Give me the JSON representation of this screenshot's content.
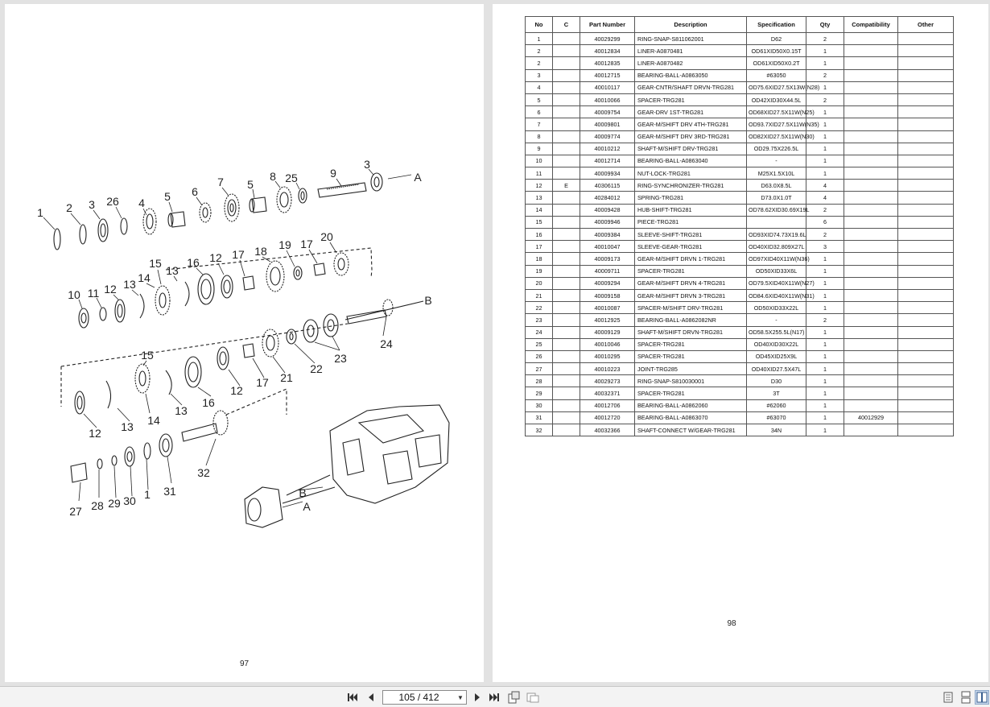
{
  "left_page": {
    "page_number": "97",
    "callouts": [
      "1",
      "2",
      "3",
      "26",
      "4",
      "5",
      "6",
      "7",
      "5",
      "8",
      "25",
      "9",
      "3",
      "A",
      "10",
      "11",
      "12",
      "13",
      "14",
      "15",
      "13",
      "16",
      "12",
      "17",
      "18",
      "19",
      "17",
      "20",
      "B",
      "24",
      "23",
      "22",
      "21",
      "17",
      "12",
      "16",
      "13",
      "15",
      "14",
      "13",
      "12",
      "32",
      "27",
      "28",
      "29",
      "30",
      "1",
      "31",
      "B",
      "A"
    ]
  },
  "right_page": {
    "page_number": "98",
    "table": {
      "headers": [
        "No",
        "C",
        "Part Number",
        "Description",
        "Specification",
        "Qty",
        "Compatibility",
        "Other"
      ],
      "rows": [
        [
          "1",
          "",
          "40029299",
          "RING-SNAP-S811062001",
          "D62",
          "2",
          "",
          ""
        ],
        [
          "2",
          "",
          "40012834",
          "LINER-A0870481",
          "OD61XID50X0.15T",
          "1",
          "",
          ""
        ],
        [
          "2",
          "",
          "40012835",
          "LINER-A0870482",
          "OD61XID50X0.2T",
          "1",
          "",
          ""
        ],
        [
          "3",
          "",
          "40012715",
          "BEARING-BALL-A0863050",
          "#63050",
          "2",
          "",
          ""
        ],
        [
          "4",
          "",
          "40010117",
          "GEAR-CNTR/SHAFT DRVN-TRG281",
          "OD75.6XID27.5X13W(N28)",
          "1",
          "",
          ""
        ],
        [
          "5",
          "",
          "40010066",
          "SPACER-TRG281",
          "OD42XID30X44.5L",
          "2",
          "",
          ""
        ],
        [
          "6",
          "",
          "40009754",
          "GEAR-DRV 1ST-TRG281",
          "OD68XID27.5X11W(N25)",
          "1",
          "",
          ""
        ],
        [
          "7",
          "",
          "40009801",
          "GEAR-M/SHIFT DRV 4TH-TRG281",
          "OD93.7XID27.5X11W(N35)",
          "1",
          "",
          ""
        ],
        [
          "8",
          "",
          "40009774",
          "GEAR-M/SHIFT DRV 3RD-TRG281",
          "OD82XID27.5X11W(N30)",
          "1",
          "",
          ""
        ],
        [
          "9",
          "",
          "40010212",
          "SHAFT-M/SHIFT DRV-TRG281",
          "OD29.75X226.5L",
          "1",
          "",
          ""
        ],
        [
          "10",
          "",
          "40012714",
          "BEARING-BALL-A0863040",
          "-",
          "1",
          "",
          ""
        ],
        [
          "11",
          "",
          "40009934",
          "NUT-LOCK-TRG281",
          "M25X1.5X10L",
          "1",
          "",
          ""
        ],
        [
          "12",
          "E",
          "40306115",
          "RING-SYNCHRONIZER-TRG281",
          "D63.0X8.5L",
          "4",
          "",
          ""
        ],
        [
          "13",
          "",
          "40284012",
          "SPRING-TRG281",
          "D73.0X1.0T",
          "4",
          "",
          ""
        ],
        [
          "14",
          "",
          "40009428",
          "HUB-SHIFT-TRG281",
          "OD78.62XID30.69X19L",
          "2",
          "",
          ""
        ],
        [
          "15",
          "",
          "40009946",
          "PIECE-TRG281",
          "",
          "6",
          "",
          ""
        ],
        [
          "16",
          "",
          "40009384",
          "SLEEVE-SHIFT-TRG281",
          "OD93XID74.73X19.6L",
          "2",
          "",
          ""
        ],
        [
          "17",
          "",
          "40010047",
          "SLEEVE-GEAR-TRG281",
          "OD40XID32.809X27L",
          "3",
          "",
          ""
        ],
        [
          "18",
          "",
          "40009173",
          "GEAR-M/SHIFT DRVN 1-TRG281",
          "OD97XID40X11W(N36)",
          "1",
          "",
          ""
        ],
        [
          "19",
          "",
          "40009711",
          "SPACER-TRG281",
          "OD50XID33X6L",
          "1",
          "",
          ""
        ],
        [
          "20",
          "",
          "40009294",
          "GEAR-M/SHIFT DRVN 4-TRG281",
          "OD79.5XID40X11W(N27)",
          "1",
          "",
          ""
        ],
        [
          "21",
          "",
          "40009158",
          "GEAR-M/SHIFT DRVN 3-TRG281",
          "OD84.6XID40X11W(N31)",
          "1",
          "",
          ""
        ],
        [
          "22",
          "",
          "40010087",
          "SPACER-M/SHIFT DRV-TRG281",
          "OD50XID33X22L",
          "1",
          "",
          ""
        ],
        [
          "23",
          "",
          "40012925",
          "BEARING-BALL-A0862082NR",
          "-",
          "2",
          "",
          ""
        ],
        [
          "24",
          "",
          "40009129",
          "SHAFT-M/SHIFT DRVN-TRG281",
          "OD58.5X255.5L(N17)",
          "1",
          "",
          ""
        ],
        [
          "25",
          "",
          "40010046",
          "SPACER-TRG281",
          "OD40XID30X22L",
          "1",
          "",
          ""
        ],
        [
          "26",
          "",
          "40010295",
          "SPACER-TRG281",
          "OD45XID25X9L",
          "1",
          "",
          ""
        ],
        [
          "27",
          "",
          "40010223",
          "JOINT-TRG285",
          "OD40XID27.5X47L",
          "1",
          "",
          ""
        ],
        [
          "28",
          "",
          "40029273",
          "RING-SNAP-S810030001",
          "D30",
          "1",
          "",
          ""
        ],
        [
          "29",
          "",
          "40032371",
          "SPACER-TRG281",
          "3T",
          "1",
          "",
          ""
        ],
        [
          "30",
          "",
          "40012706",
          "BEARING-BALL-A0862060",
          "#62060",
          "1",
          "",
          ""
        ],
        [
          "31",
          "",
          "40012720",
          "BEARING-BALL-A0863070",
          "#63070",
          "1",
          "40012929",
          ""
        ],
        [
          "32",
          "",
          "40032366",
          "SHAFT-CONNECT W/GEAR-TRG281",
          "34N",
          "1",
          "",
          ""
        ]
      ]
    }
  },
  "toolbar": {
    "page_indicator": "105 / 412",
    "icons": [
      "first-page-icon",
      "prev-page-icon",
      "next-page-icon",
      "last-page-icon",
      "rotate-page-icon",
      "fit-page-icon",
      "single-page-view-icon",
      "continuous-view-icon",
      "two-page-view-icon"
    ]
  }
}
